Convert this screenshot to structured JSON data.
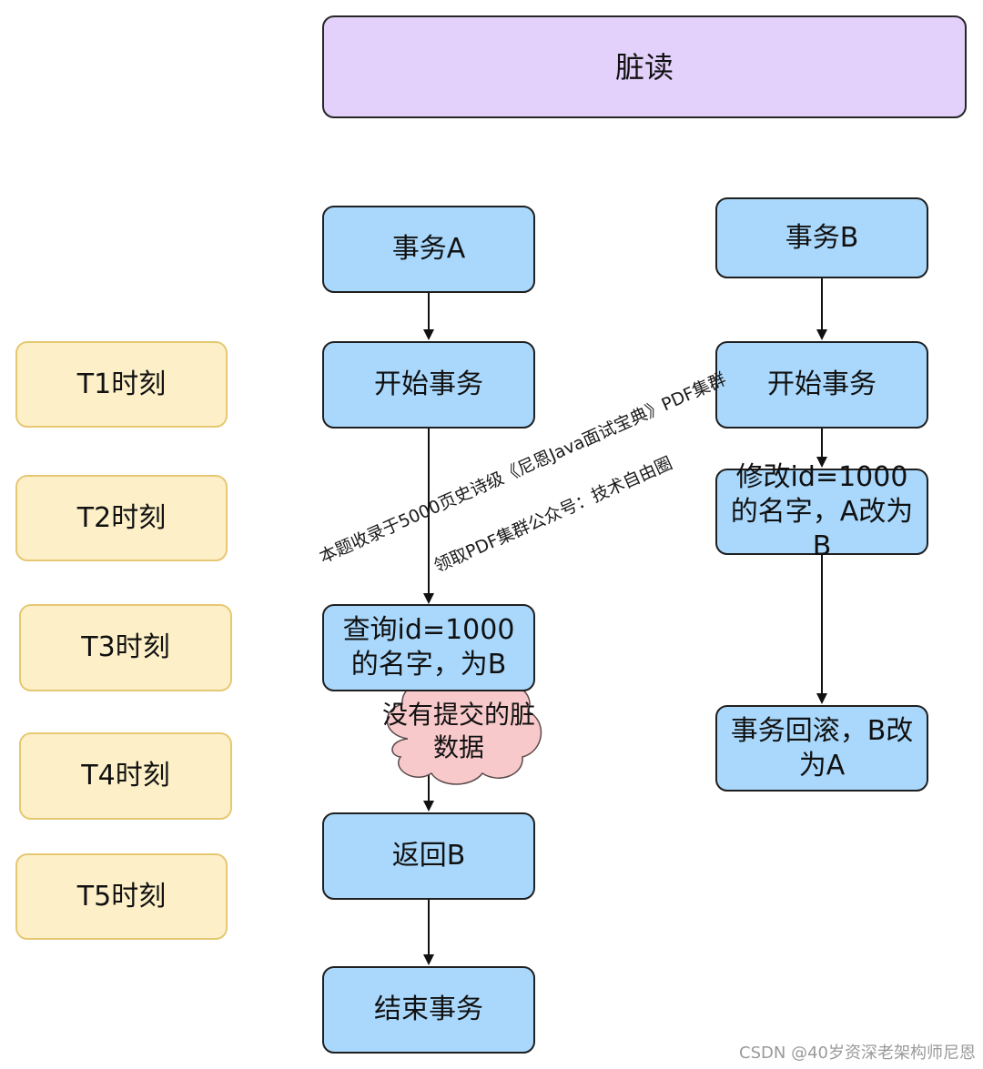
{
  "title": "脏读",
  "transaction_a": {
    "header": "事务A",
    "steps": [
      "开始事务",
      "查询id=1000的名字，为B",
      "返回B",
      "结束事务"
    ]
  },
  "transaction_b": {
    "header": "事务B",
    "steps": [
      "开始事务",
      "修改id=1000的名字，A改为B",
      "事务回滚，B改为A"
    ]
  },
  "time_labels": [
    "T1时刻",
    "T2时刻",
    "T3时刻",
    "T4时刻",
    "T5时刻"
  ],
  "cloud_note": "没有提交的脏数据",
  "watermark": {
    "line1": "本题收录于5000页史诗级《尼恩Java面试宝典》PDF集群",
    "line2": "领取PDF集群公众号：技术自由圈"
  },
  "footer": "CSDN @40岁资深老架构师尼恩",
  "colors": {
    "title_fill": "#e3d0fb",
    "step_fill": "#a9d8fc",
    "time_fill": "#fdf0c8",
    "cloud_fill": "#f8c9cb"
  }
}
